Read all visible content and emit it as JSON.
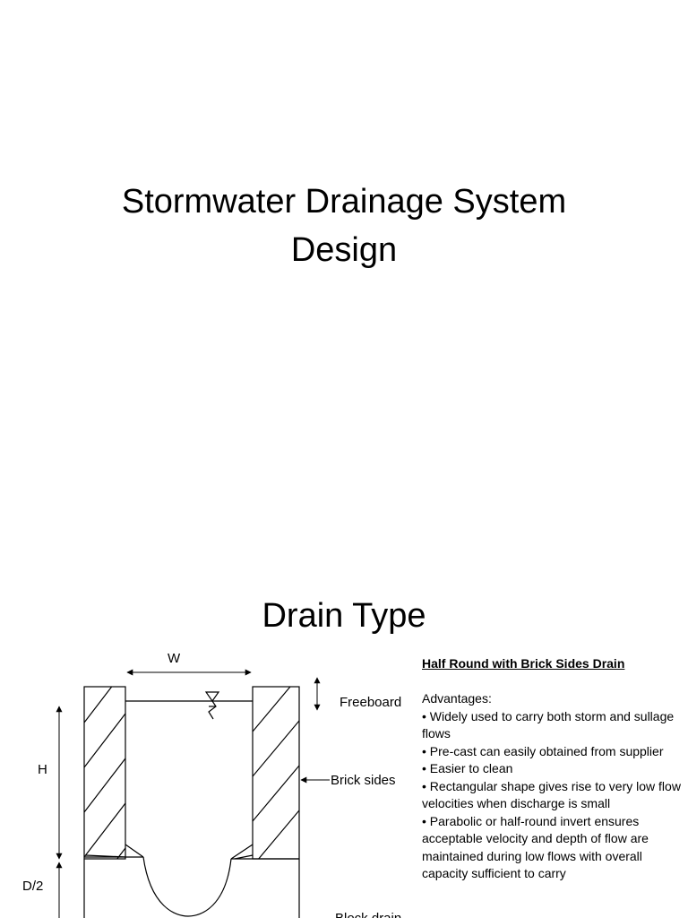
{
  "slide1": {
    "title_line1": "Stormwater Drainage System",
    "title_line2": "Design"
  },
  "slide2": {
    "title": "Drain Type",
    "diagram": {
      "label_width": "W",
      "label_height": "H",
      "label_half_diameter": "D/2",
      "label_freeboard": "Freeboard",
      "label_brick_sides": "Brick sides",
      "label_block_drain": "Block drain"
    },
    "description": {
      "heading": "Half Round with Brick Sides Drain",
      "advantages_label": "Advantages:",
      "advantages": [
        "Widely used to carry both storm and sullage flows",
        "Pre-cast can easily obtained from supplier",
        "Easier to clean",
        "Rectangular shape gives rise to very low flow velocities when discharge is small",
        "Parabolic or half-round invert ensures acceptable velocity and depth of flow are maintained during low flows with overall capacity sufficient to carry"
      ]
    }
  }
}
